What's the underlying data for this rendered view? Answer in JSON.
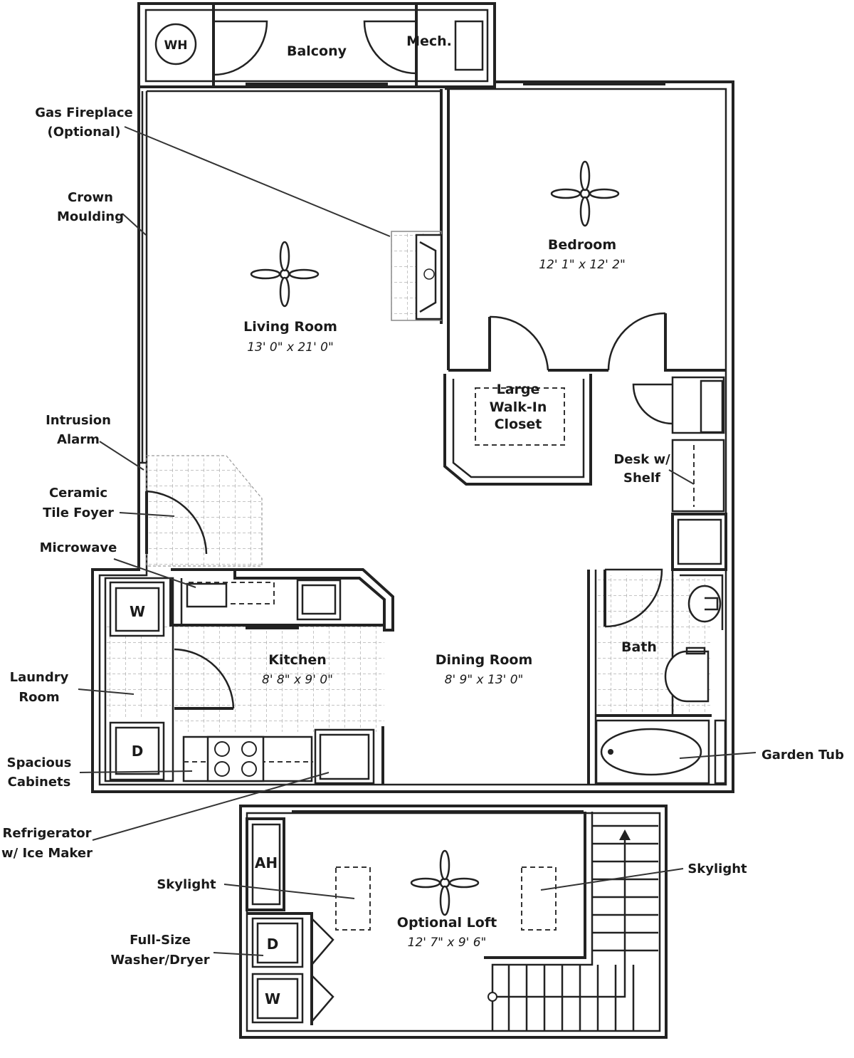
{
  "rooms": {
    "balcony": "Balcony",
    "mech": "Mech.",
    "living": {
      "name": "Living Room",
      "dims": "13' 0\" x 21' 0\""
    },
    "bedroom": {
      "name": "Bedroom",
      "dims": "12' 1\" x 12' 2\""
    },
    "closet": [
      "Large",
      "Walk-In",
      "Closet"
    ],
    "kitchen": {
      "name": "Kitchen",
      "dims": "8' 8\" x 9' 0\""
    },
    "dining": {
      "name": "Dining Room",
      "dims": "8' 9\" x 13' 0\""
    },
    "bath": "Bath",
    "loft": {
      "name": "Optional Loft",
      "dims": "12' 7\" x 9' 6\""
    }
  },
  "fixtures": {
    "water_heater": "WH",
    "washer": "W",
    "dryer": "D",
    "air_handler": "AH",
    "loft_dryer": "D",
    "loft_washer": "W"
  },
  "callouts": {
    "gas_fireplace": [
      "Gas Fireplace",
      "(Optional)"
    ],
    "crown_moulding": [
      "Crown",
      "Moulding"
    ],
    "intrusion_alarm": [
      "Intrusion",
      "Alarm"
    ],
    "ceramic_tile_foyer": [
      "Ceramic",
      "Tile Foyer"
    ],
    "microwave": "Microwave",
    "laundry_room": [
      "Laundry",
      "Room"
    ],
    "spacious_cabinets": [
      "Spacious",
      "Cabinets"
    ],
    "refrigerator": [
      "Refrigerator",
      "w/ Ice Maker"
    ],
    "desk_shelf": [
      "Desk w/",
      "Shelf"
    ],
    "garden_tub": "Garden Tub",
    "skylight_left": "Skylight",
    "skylight_right": "Skylight",
    "washer_dryer": [
      "Full-Size",
      "Washer/Dryer"
    ]
  }
}
